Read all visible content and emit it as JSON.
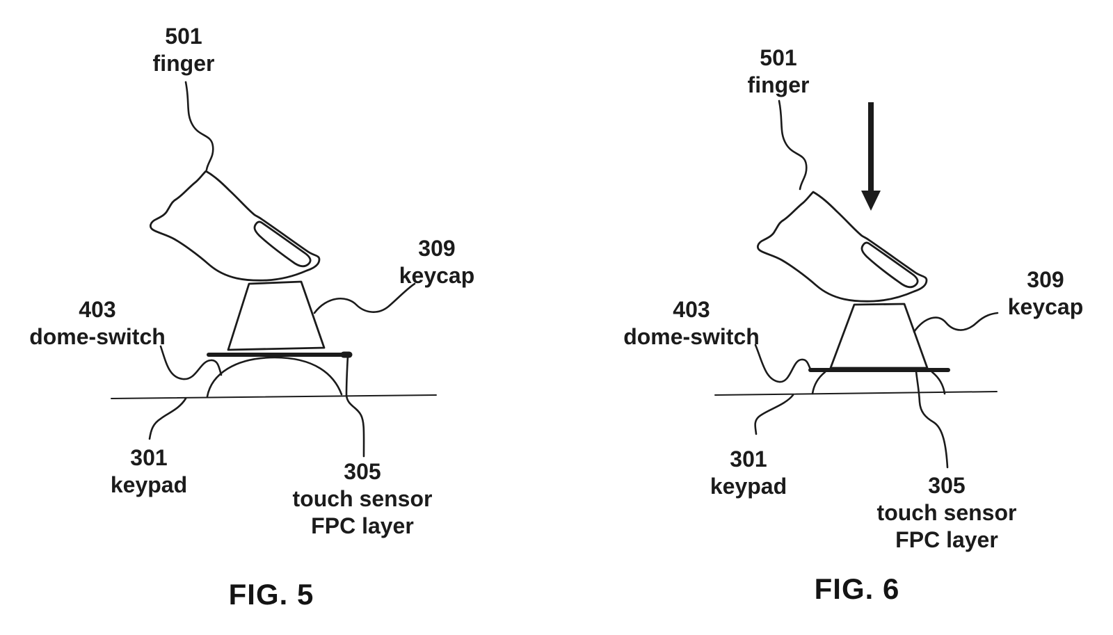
{
  "colors": {
    "ink": "#1b1b1b",
    "paper": "#ffffff"
  },
  "fig5": {
    "caption": "FIG. 5",
    "finger": {
      "ref": "501",
      "label": "finger"
    },
    "keycap": {
      "ref": "309",
      "label": "keycap"
    },
    "dome_switch": {
      "ref": "403",
      "label": "dome-switch"
    },
    "keypad": {
      "ref": "301",
      "label": "keypad"
    },
    "touch_sensor": {
      "ref": "305",
      "line1": "touch sensor",
      "line2": "FPC layer"
    }
  },
  "fig6": {
    "caption": "FIG. 6",
    "finger": {
      "ref": "501",
      "label": "finger"
    },
    "keycap": {
      "ref": "309",
      "label": "keycap"
    },
    "dome_switch": {
      "ref": "403",
      "label": "dome-switch"
    },
    "keypad": {
      "ref": "301",
      "label": "keypad"
    },
    "touch_sensor": {
      "ref": "305",
      "line1": "touch sensor",
      "line2": "FPC layer"
    }
  }
}
